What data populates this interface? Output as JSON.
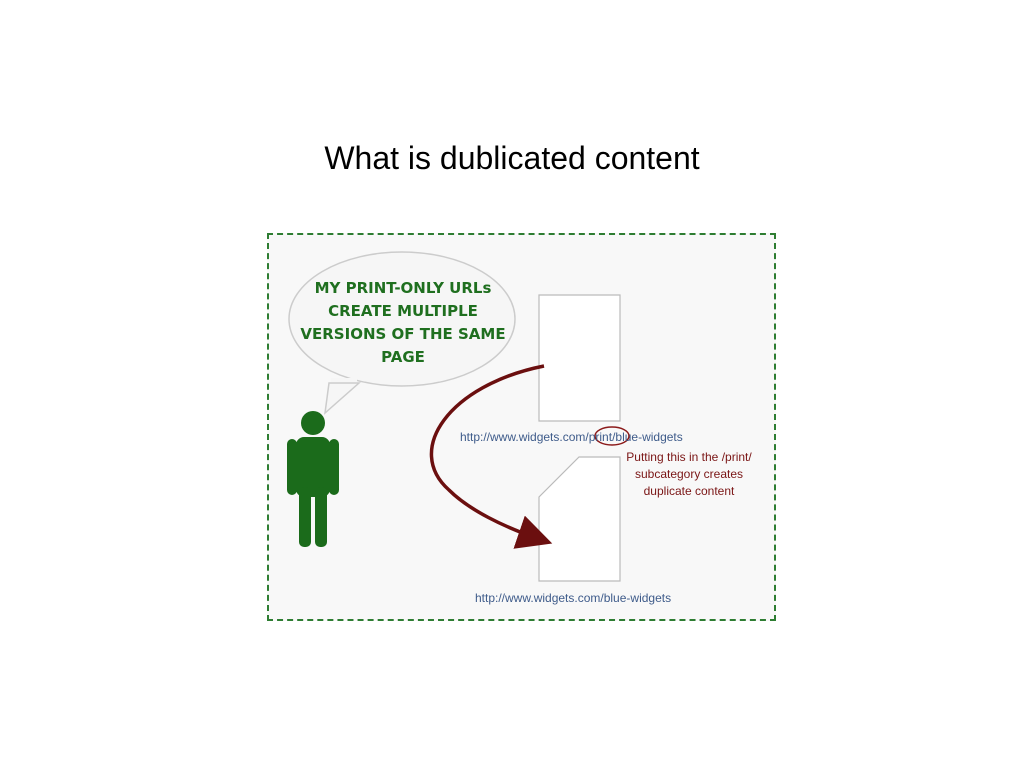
{
  "slide": {
    "title": "What is dublicated content"
  },
  "figure": {
    "speech_bubble": {
      "lines": [
        "MY PRINT-ONLY URLs",
        "CREATE MULTIPLE",
        "VERSIONS OF THE SAME",
        "PAGE"
      ]
    },
    "print_url": {
      "prefix": "http://www.widgets.com/",
      "highlight": "print",
      "suffix": "/blue-widgets"
    },
    "main_url": "http://www.widgets.com/blue-widgets",
    "note": "Putting this in the /print/ subcategory creates duplicate content",
    "colors": {
      "border": "#2e7d32",
      "person": "#1b6b1b",
      "bubble_text": "#1f6f1f",
      "arrow": "#6b0f0f",
      "url_text": "#3e5b8a",
      "note_text": "#7a1515",
      "document_outline": "#bbbbbb"
    },
    "icons": [
      "person-icon",
      "speech-bubble-icon",
      "document-icon",
      "curved-arrow-icon"
    ]
  }
}
